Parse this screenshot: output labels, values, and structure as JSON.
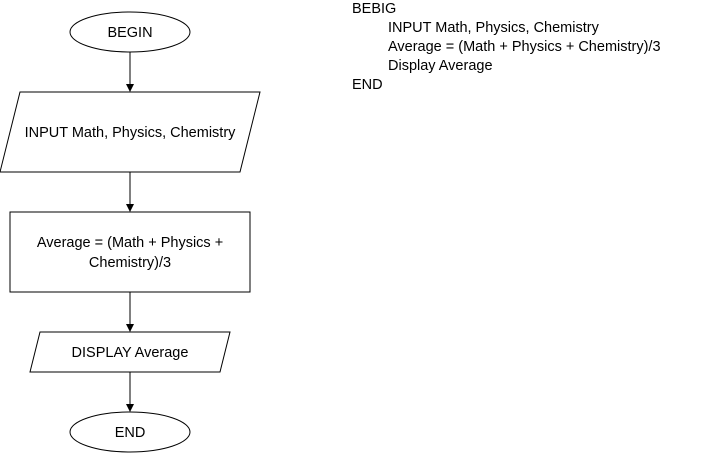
{
  "flowchart": {
    "start_label": "BEGIN",
    "input_label": "INPUT Math, Physics, Chemistry",
    "process_line1": "Average = (Math + Physics +",
    "process_line2": "Chemistry)/3",
    "display_label": "DISPLAY Average",
    "end_label": "END"
  },
  "pseudocode": {
    "begin": "BEBIG",
    "line1": "INPUT Math, Physics, Chemistry",
    "line2": "Average = (Math + Physics + Chemistry)/3",
    "line3": "Display Average",
    "end": "END"
  }
}
